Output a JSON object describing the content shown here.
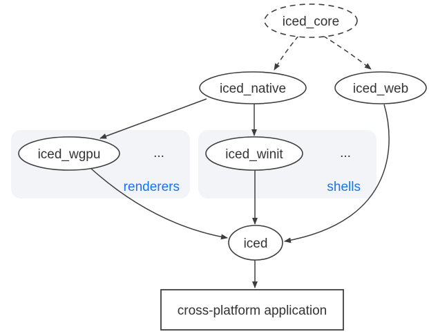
{
  "colors": {
    "background": "#ffffff",
    "stroke": "#3d3d3d",
    "text": "#333333",
    "accent_blue": "#1a73e8",
    "group_fill": "#f2f4f8"
  },
  "nodes": {
    "iced_core": "iced_core",
    "iced_native": "iced_native",
    "iced_web": "iced_web",
    "iced_wgpu": "iced_wgpu",
    "iced_winit": "iced_winit",
    "iced": "iced",
    "application": "cross-platform application"
  },
  "groups": {
    "renderers": {
      "label": "renderers",
      "more": "..."
    },
    "shells": {
      "label": "shells",
      "more": "..."
    }
  },
  "edges": [
    {
      "from": "iced_core",
      "to": "iced_native",
      "style": "dashed"
    },
    {
      "from": "iced_core",
      "to": "iced_web",
      "style": "dashed"
    },
    {
      "from": "iced_native",
      "to": "iced_wgpu",
      "style": "solid"
    },
    {
      "from": "iced_native",
      "to": "iced_winit",
      "style": "solid"
    },
    {
      "from": "iced_wgpu",
      "to": "iced",
      "style": "solid"
    },
    {
      "from": "iced_winit",
      "to": "iced",
      "style": "solid"
    },
    {
      "from": "iced_web",
      "to": "iced",
      "style": "solid"
    },
    {
      "from": "iced",
      "to": "cross-platform application",
      "style": "solid"
    }
  ]
}
